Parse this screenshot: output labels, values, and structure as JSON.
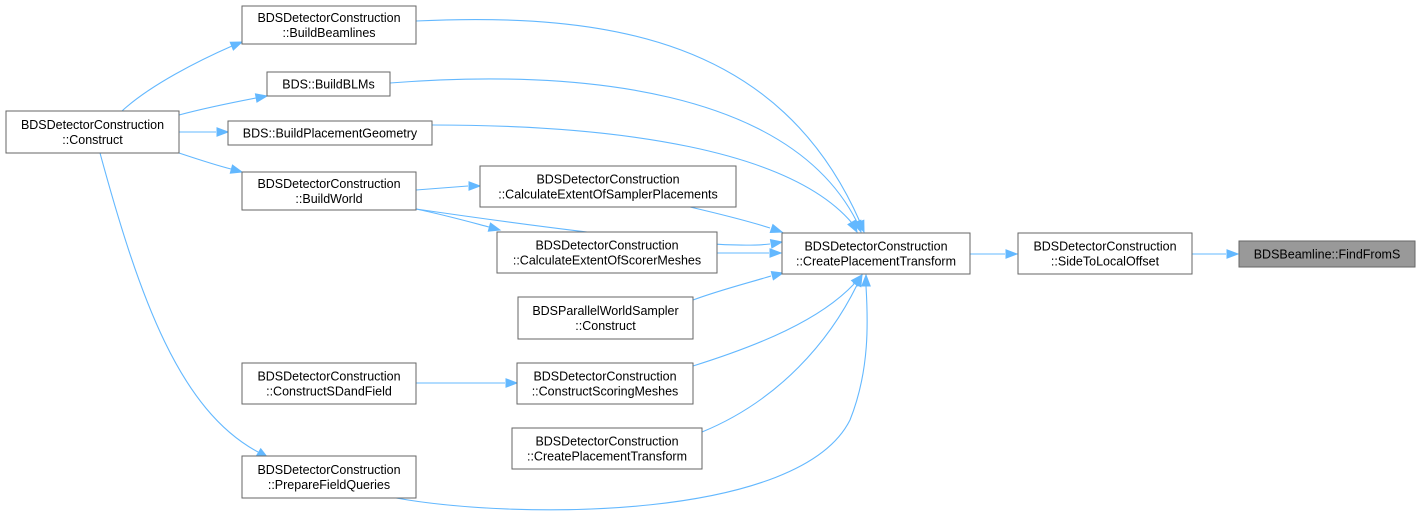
{
  "graph": {
    "edge_color": "#63b8ff",
    "root_fill": "#999999",
    "nodes": [
      {
        "id": "findfroms",
        "lines": [
          "BDSBeamline::FindFromS"
        ],
        "root": true
      },
      {
        "id": "sidetolocaloffset",
        "lines": [
          "BDSDetectorConstruction",
          "::SideToLocalOffset"
        ]
      },
      {
        "id": "createplacementtransform_main",
        "lines": [
          "BDSDetectorConstruction",
          "::CreatePlacementTransform"
        ]
      },
      {
        "id": "buildbeamlines",
        "lines": [
          "BDSDetectorConstruction",
          "::BuildBeamlines"
        ]
      },
      {
        "id": "buildblms",
        "lines": [
          "BDS::BuildBLMs"
        ]
      },
      {
        "id": "buildplacementgeometry",
        "lines": [
          "BDS::BuildPlacementGeometry"
        ]
      },
      {
        "id": "buildworld",
        "lines": [
          "BDSDetectorConstruction",
          "::BuildWorld"
        ]
      },
      {
        "id": "calcsamplerplacements",
        "lines": [
          "BDSDetectorConstruction",
          "::CalculateExtentOfSamplerPlacements"
        ]
      },
      {
        "id": "calcscorermeshes",
        "lines": [
          "BDSDetectorConstruction",
          "::CalculateExtentOfScorerMeshes"
        ]
      },
      {
        "id": "parallelworldsampler",
        "lines": [
          "BDSParallelWorldSampler",
          "::Construct"
        ]
      },
      {
        "id": "constructscoringmeshes",
        "lines": [
          "BDSDetectorConstruction",
          "::ConstructScoringMeshes"
        ]
      },
      {
        "id": "createplacementtransform_self",
        "lines": [
          "BDSDetectorConstruction",
          "::CreatePlacementTransform"
        ]
      },
      {
        "id": "preparefieldqueries",
        "lines": [
          "BDSDetectorConstruction",
          "::PrepareFieldQueries"
        ]
      },
      {
        "id": "construct",
        "lines": [
          "BDSDetectorConstruction",
          "::Construct"
        ]
      },
      {
        "id": "constructsdandfield",
        "lines": [
          "BDSDetectorConstruction",
          "::ConstructSDandField"
        ]
      }
    ],
    "edges": [
      {
        "from": "sidetolocaloffset",
        "to": "findfroms"
      },
      {
        "from": "createplacementtransform_main",
        "to": "sidetolocaloffset"
      },
      {
        "from": "buildbeamlines",
        "to": "createplacementtransform_main"
      },
      {
        "from": "buildblms",
        "to": "createplacementtransform_main"
      },
      {
        "from": "buildplacementgeometry",
        "to": "createplacementtransform_main"
      },
      {
        "from": "buildworld",
        "to": "createplacementtransform_main"
      },
      {
        "from": "calcsamplerplacements",
        "to": "createplacementtransform_main"
      },
      {
        "from": "calcscorermeshes",
        "to": "createplacementtransform_main"
      },
      {
        "from": "parallelworldsampler",
        "to": "createplacementtransform_main"
      },
      {
        "from": "constructscoringmeshes",
        "to": "createplacementtransform_main"
      },
      {
        "from": "createplacementtransform_self",
        "to": "createplacementtransform_main"
      },
      {
        "from": "preparefieldqueries",
        "to": "createplacementtransform_main"
      },
      {
        "from": "construct",
        "to": "buildbeamlines"
      },
      {
        "from": "construct",
        "to": "buildblms"
      },
      {
        "from": "construct",
        "to": "buildplacementgeometry"
      },
      {
        "from": "construct",
        "to": "buildworld"
      },
      {
        "from": "construct",
        "to": "preparefieldqueries"
      },
      {
        "from": "buildworld",
        "to": "calcsamplerplacements"
      },
      {
        "from": "buildworld",
        "to": "calcscorermeshes"
      },
      {
        "from": "constructsdandfield",
        "to": "constructscoringmeshes"
      }
    ]
  }
}
